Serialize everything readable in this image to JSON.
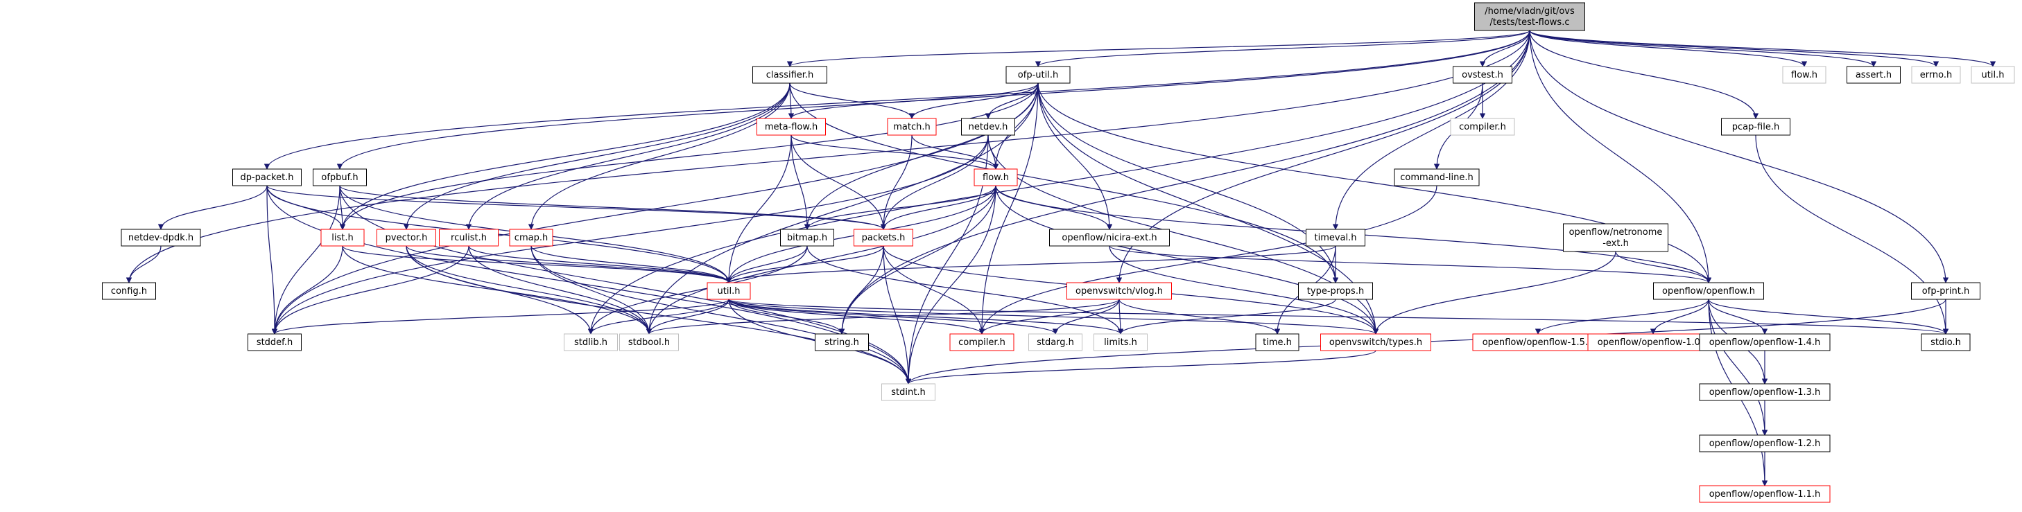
{
  "diagram": {
    "colors": {
      "edge": "#191970",
      "border_black": "#000000",
      "border_red": "#ff0000",
      "border_gray": "#bfbfbf",
      "root_fill": "#bfbfbf",
      "text": "#000000"
    },
    "nodes": [
      {
        "id": "root",
        "lines": [
          "/home/vladn/git/ovs",
          "/tests/test-flows.c"
        ],
        "style": "root"
      },
      {
        "id": "classifier",
        "lines": [
          "classifier.h"
        ],
        "style": "black"
      },
      {
        "id": "ofputil",
        "lines": [
          "ofp-util.h"
        ],
        "style": "black"
      },
      {
        "id": "ovstest",
        "lines": [
          "ovstest.h"
        ],
        "style": "black"
      },
      {
        "id": "flowh",
        "lines": [
          "flow.h"
        ],
        "style": "gray"
      },
      {
        "id": "assert",
        "lines": [
          "assert.h"
        ],
        "style": "black"
      },
      {
        "id": "errno",
        "lines": [
          "errno.h"
        ],
        "style": "gray"
      },
      {
        "id": "utilh2",
        "lines": [
          "util.h"
        ],
        "style": "gray"
      },
      {
        "id": "metaflow",
        "lines": [
          "meta-flow.h"
        ],
        "style": "red"
      },
      {
        "id": "match",
        "lines": [
          "match.h"
        ],
        "style": "red"
      },
      {
        "id": "netdev",
        "lines": [
          "netdev.h"
        ],
        "style": "black"
      },
      {
        "id": "compilerg",
        "lines": [
          "compiler.h"
        ],
        "style": "gray"
      },
      {
        "id": "pcapfile",
        "lines": [
          "pcap-file.h"
        ],
        "style": "black"
      },
      {
        "id": "dppacket",
        "lines": [
          "dp-packet.h"
        ],
        "style": "black"
      },
      {
        "id": "ofpbuf",
        "lines": [
          "ofpbuf.h"
        ],
        "style": "black"
      },
      {
        "id": "flow",
        "lines": [
          "flow.h"
        ],
        "style": "red"
      },
      {
        "id": "cmdline",
        "lines": [
          "command-line.h"
        ],
        "style": "black"
      },
      {
        "id": "netdevdpdk",
        "lines": [
          "netdev-dpdk.h"
        ],
        "style": "black"
      },
      {
        "id": "list",
        "lines": [
          "list.h"
        ],
        "style": "red"
      },
      {
        "id": "pvector",
        "lines": [
          "pvector.h"
        ],
        "style": "red"
      },
      {
        "id": "rculist",
        "lines": [
          "rculist.h"
        ],
        "style": "red"
      },
      {
        "id": "cmap",
        "lines": [
          "cmap.h"
        ],
        "style": "red"
      },
      {
        "id": "bitmap",
        "lines": [
          "bitmap.h"
        ],
        "style": "black"
      },
      {
        "id": "packets",
        "lines": [
          "packets.h"
        ],
        "style": "red"
      },
      {
        "id": "nicira",
        "lines": [
          "openflow/nicira-ext.h"
        ],
        "style": "black"
      },
      {
        "id": "timeval",
        "lines": [
          "timeval.h"
        ],
        "style": "black"
      },
      {
        "id": "netronome",
        "lines": [
          "openflow/netronome",
          "-ext.h"
        ],
        "style": "black"
      },
      {
        "id": "config",
        "lines": [
          "config.h"
        ],
        "style": "black"
      },
      {
        "id": "util",
        "lines": [
          "util.h"
        ],
        "style": "red"
      },
      {
        "id": "vlog",
        "lines": [
          "openvswitch/vlog.h"
        ],
        "style": "red"
      },
      {
        "id": "typeprops",
        "lines": [
          "type-props.h"
        ],
        "style": "black"
      },
      {
        "id": "openflow",
        "lines": [
          "openflow/openflow.h"
        ],
        "style": "black"
      },
      {
        "id": "ofpprint",
        "lines": [
          "ofp-print.h"
        ],
        "style": "black"
      },
      {
        "id": "stddef",
        "lines": [
          "stddef.h"
        ],
        "style": "black"
      },
      {
        "id": "stdlib",
        "lines": [
          "stdlib.h"
        ],
        "style": "gray"
      },
      {
        "id": "stdbool",
        "lines": [
          "stdbool.h"
        ],
        "style": "gray"
      },
      {
        "id": "stringh",
        "lines": [
          "string.h"
        ],
        "style": "black"
      },
      {
        "id": "compiler",
        "lines": [
          "compiler.h"
        ],
        "style": "red"
      },
      {
        "id": "stdarg",
        "lines": [
          "stdarg.h"
        ],
        "style": "gray"
      },
      {
        "id": "limits",
        "lines": [
          "limits.h"
        ],
        "style": "gray"
      },
      {
        "id": "timeh",
        "lines": [
          "time.h"
        ],
        "style": "black"
      },
      {
        "id": "ovstypes",
        "lines": [
          "openvswitch/types.h"
        ],
        "style": "red"
      },
      {
        "id": "of15",
        "lines": [
          "openflow/openflow-1.5.h"
        ],
        "style": "red"
      },
      {
        "id": "of10",
        "lines": [
          "openflow/openflow-1.0.h"
        ],
        "style": "red"
      },
      {
        "id": "of14",
        "lines": [
          "openflow/openflow-1.4.h"
        ],
        "style": "black"
      },
      {
        "id": "stdio",
        "lines": [
          "stdio.h"
        ],
        "style": "black"
      },
      {
        "id": "stdint",
        "lines": [
          "stdint.h"
        ],
        "style": "gray"
      },
      {
        "id": "of13",
        "lines": [
          "openflow/openflow-1.3.h"
        ],
        "style": "black"
      },
      {
        "id": "of12",
        "lines": [
          "openflow/openflow-1.2.h"
        ],
        "style": "black"
      },
      {
        "id": "of11",
        "lines": [
          "openflow/openflow-1.1.h"
        ],
        "style": "red"
      }
    ],
    "edges": [
      [
        "root",
        "classifier"
      ],
      [
        "root",
        "ofputil"
      ],
      [
        "root",
        "ovstest"
      ],
      [
        "root",
        "flowh"
      ],
      [
        "root",
        "assert"
      ],
      [
        "root",
        "errno"
      ],
      [
        "root",
        "utilh2"
      ],
      [
        "root",
        "pcapfile"
      ],
      [
        "root",
        "dppacket"
      ],
      [
        "root",
        "ofpbuf"
      ],
      [
        "root",
        "config"
      ],
      [
        "root",
        "stdlib"
      ],
      [
        "root",
        "stringh"
      ],
      [
        "root",
        "timeval"
      ],
      [
        "root",
        "vlog"
      ],
      [
        "root",
        "openflow"
      ],
      [
        "root",
        "ofpprint"
      ],
      [
        "classifier",
        "metaflow"
      ],
      [
        "classifier",
        "match"
      ],
      [
        "classifier",
        "cmap"
      ],
      [
        "classifier",
        "pvector"
      ],
      [
        "classifier",
        "rculist"
      ],
      [
        "classifier",
        "list"
      ],
      [
        "classifier",
        "typeprops"
      ],
      [
        "ofputil",
        "metaflow"
      ],
      [
        "ofputil",
        "match"
      ],
      [
        "ofputil",
        "netdev"
      ],
      [
        "ofputil",
        "flow"
      ],
      [
        "ofputil",
        "bitmap"
      ],
      [
        "ofputil",
        "list"
      ],
      [
        "ofputil",
        "stdbool"
      ],
      [
        "ofputil",
        "nicira"
      ],
      [
        "ofputil",
        "openflow"
      ],
      [
        "ofputil",
        "typeprops"
      ],
      [
        "ofputil",
        "compiler"
      ],
      [
        "ofputil",
        "ovstypes"
      ],
      [
        "ofputil",
        "stddef"
      ],
      [
        "ovstest",
        "compilerg"
      ],
      [
        "ovstest",
        "cmdline"
      ],
      [
        "metaflow",
        "flow"
      ],
      [
        "metaflow",
        "packets"
      ],
      [
        "metaflow",
        "bitmap"
      ],
      [
        "metaflow",
        "util"
      ],
      [
        "match",
        "flow"
      ],
      [
        "match",
        "packets"
      ],
      [
        "netdev",
        "flow"
      ],
      [
        "netdev",
        "packets"
      ],
      [
        "netdev",
        "ovstypes"
      ],
      [
        "netdev",
        "stdint"
      ],
      [
        "netdev",
        "stddef"
      ],
      [
        "pcapfile",
        "stdio"
      ],
      [
        "dppacket",
        "list"
      ],
      [
        "dppacket",
        "packets"
      ],
      [
        "dppacket",
        "util"
      ],
      [
        "dppacket",
        "netdevdpdk"
      ],
      [
        "dppacket",
        "stddef"
      ],
      [
        "dppacket",
        "stdint"
      ],
      [
        "ofpbuf",
        "list"
      ],
      [
        "ofpbuf",
        "util"
      ],
      [
        "ofpbuf",
        "packets"
      ],
      [
        "ofpbuf",
        "stddef"
      ],
      [
        "ofpbuf",
        "stdint"
      ],
      [
        "flow",
        "bitmap"
      ],
      [
        "flow",
        "packets"
      ],
      [
        "flow",
        "util"
      ],
      [
        "flow",
        "nicira"
      ],
      [
        "flow",
        "openflow"
      ],
      [
        "flow",
        "stringh"
      ],
      [
        "flow",
        "stdbool"
      ],
      [
        "flow",
        "stdint"
      ],
      [
        "flow",
        "ovstypes"
      ],
      [
        "cmdline",
        "compiler"
      ],
      [
        "netdevdpdk",
        "config"
      ],
      [
        "list",
        "util"
      ],
      [
        "list",
        "stdbool"
      ],
      [
        "list",
        "stddef"
      ],
      [
        "pvector",
        "util"
      ],
      [
        "pvector",
        "stdbool"
      ],
      [
        "pvector",
        "stdlib"
      ],
      [
        "pvector",
        "stdint"
      ],
      [
        "rculist",
        "util"
      ],
      [
        "rculist",
        "stdbool"
      ],
      [
        "rculist",
        "stddef"
      ],
      [
        "cmap",
        "util"
      ],
      [
        "cmap",
        "stdbool"
      ],
      [
        "cmap",
        "stdint"
      ],
      [
        "bitmap",
        "util"
      ],
      [
        "bitmap",
        "stdlib"
      ],
      [
        "bitmap",
        "limits"
      ],
      [
        "packets",
        "util"
      ],
      [
        "packets",
        "compiler"
      ],
      [
        "packets",
        "stringh"
      ],
      [
        "packets",
        "stdint"
      ],
      [
        "packets",
        "ovstypes"
      ],
      [
        "nicira",
        "openflow"
      ],
      [
        "nicira",
        "ovstypes"
      ],
      [
        "timeval",
        "util"
      ],
      [
        "timeval",
        "typeprops"
      ],
      [
        "timeval",
        "timeh"
      ],
      [
        "netronome",
        "openflow"
      ],
      [
        "netronome",
        "ovstypes"
      ],
      [
        "util",
        "stddef"
      ],
      [
        "util",
        "stdlib"
      ],
      [
        "util",
        "stdbool"
      ],
      [
        "util",
        "stringh"
      ],
      [
        "util",
        "compiler"
      ],
      [
        "util",
        "stdarg"
      ],
      [
        "util",
        "limits"
      ],
      [
        "util",
        "stdint"
      ],
      [
        "util",
        "ovstypes"
      ],
      [
        "util",
        "stdio"
      ],
      [
        "vlog",
        "stdbool"
      ],
      [
        "vlog",
        "stdarg"
      ],
      [
        "vlog",
        "limits"
      ],
      [
        "vlog",
        "timeh"
      ],
      [
        "vlog",
        "compiler"
      ],
      [
        "typeprops",
        "limits"
      ],
      [
        "openflow",
        "of15"
      ],
      [
        "openflow",
        "of10"
      ],
      [
        "openflow",
        "of14"
      ],
      [
        "openflow",
        "of13"
      ],
      [
        "openflow",
        "of12"
      ],
      [
        "openflow",
        "of11"
      ],
      [
        "openflow",
        "stdio"
      ],
      [
        "ofpprint",
        "stdio"
      ],
      [
        "ofpprint",
        "stdint"
      ],
      [
        "ovstypes",
        "stdint"
      ],
      [
        "of14",
        "of13"
      ],
      [
        "of13",
        "of12"
      ],
      [
        "of12",
        "of11"
      ]
    ]
  }
}
